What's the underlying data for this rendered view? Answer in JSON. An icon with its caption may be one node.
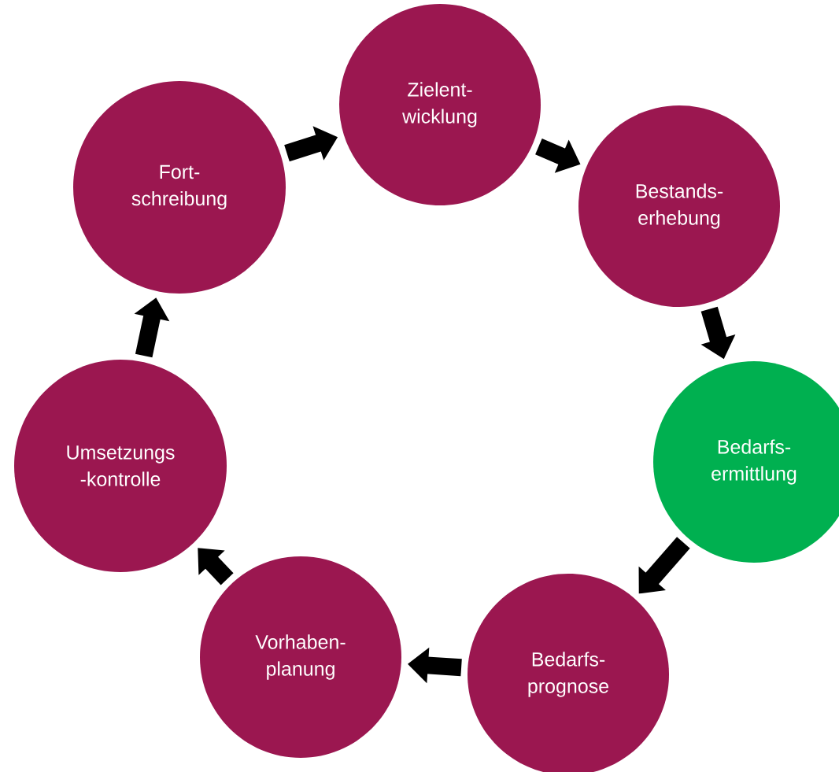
{
  "diagram": {
    "nodes": [
      {
        "text": [
          "Zielent- wicklung"
        ]
      },
      {
        "text": [
          "Bestands- erhebung"
        ]
      },
      {
        "text": [
          "Bedarfs- ermittlung"
        ]
      },
      {
        "text": [
          "Bedarfs- prognose"
        ]
      },
      {
        "text": [
          "Vorhaben- planung"
        ]
      },
      {
        "text": [
          "Umsetzungs -kontrolle"
        ]
      },
      {
        "text": [
          "Fort- schreibung"
        ]
      }
    ],
    "edges": [
      {
        "from": 6,
        "to": 0,
        "arrow": "to"
      },
      {
        "from": 0,
        "to": 1,
        "arrow": "to"
      },
      {
        "from": 1,
        "to": 2,
        "arrow": "to"
      },
      {
        "from": 2,
        "to": 3,
        "arrow": "to"
      },
      {
        "from": 3,
        "to": 4,
        "arrow": "to"
      },
      {
        "from": 4,
        "to": 5,
        "arrow": "to"
      },
      {
        "from": 5,
        "to": 6,
        "arrow": "to"
      }
    ]
  }
}
